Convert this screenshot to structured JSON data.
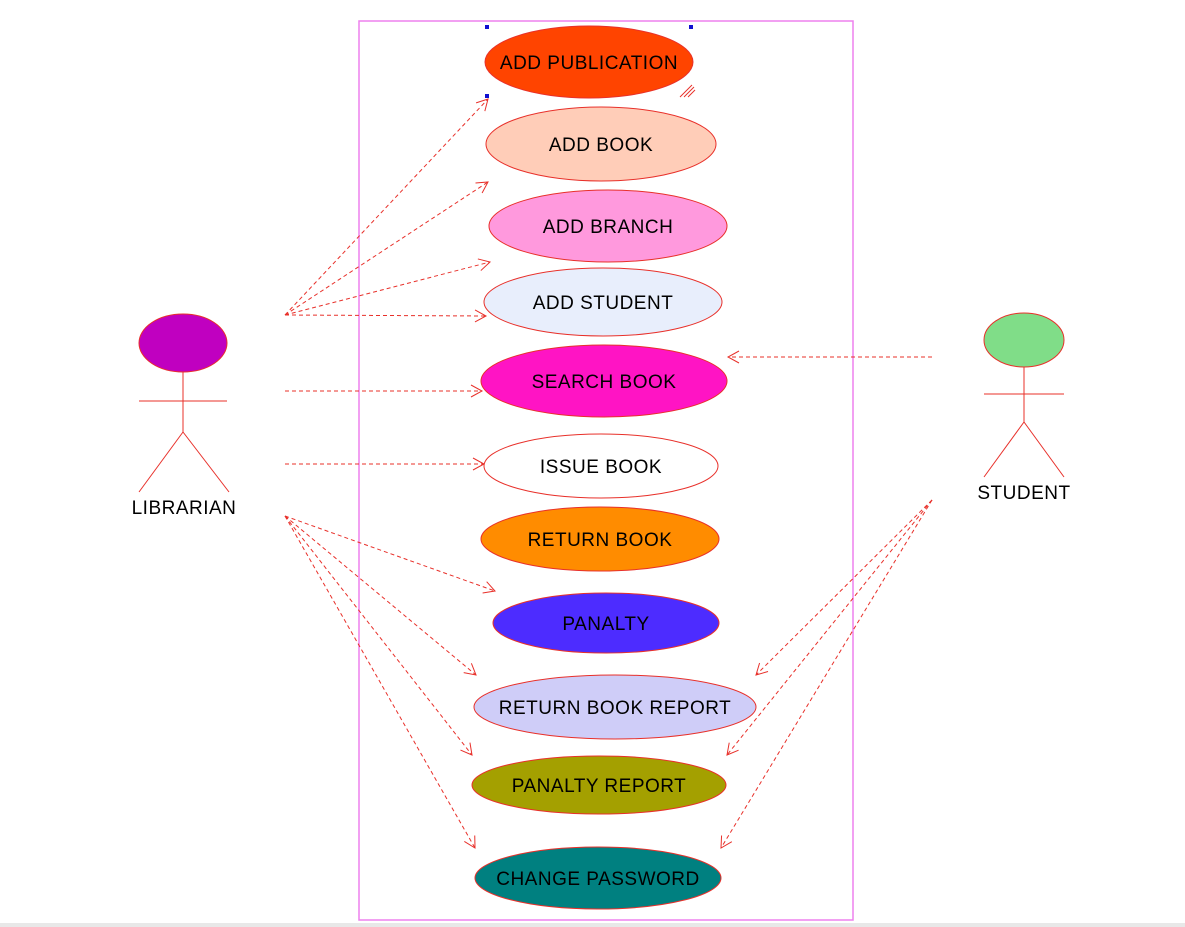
{
  "colors": {
    "stroke": "#e8302a",
    "boundary": "#ee80ee",
    "handle": "#1010d0",
    "text": "#000000"
  },
  "actors": {
    "librarian": {
      "label": "LIBRARIAN",
      "head_color": "#c000c0"
    },
    "student": {
      "label": "STUDENT",
      "head_color": "#80dd88"
    }
  },
  "use_cases": [
    {
      "label": "ADD PUBLICATION",
      "color": "#ff4400"
    },
    {
      "label": "ADD BOOK",
      "color": "#ffcdb8"
    },
    {
      "label": "ADD BRANCH",
      "color": "#ff99dd"
    },
    {
      "label": "ADD STUDENT",
      "color": "#e8eefc"
    },
    {
      "label": "SEARCH BOOK",
      "color": "#ff14c4"
    },
    {
      "label": "ISSUE BOOK",
      "color": "#ffffff"
    },
    {
      "label": "RETURN BOOK",
      "color": "#ff8c00"
    },
    {
      "label": "PANALTY",
      "color": "#4d2cff"
    },
    {
      "label": "RETURN BOOK REPORT",
      "color": "#cfcdf8"
    },
    {
      "label": "PANALTY REPORT",
      "color": "#a4a000"
    },
    {
      "label": "CHANGE PASSWORD",
      "color": "#008080"
    }
  ],
  "associations": {
    "librarian": [
      0,
      1,
      2,
      3,
      4,
      5,
      7,
      8,
      9,
      10
    ],
    "student": [
      4,
      8,
      9,
      10
    ]
  }
}
